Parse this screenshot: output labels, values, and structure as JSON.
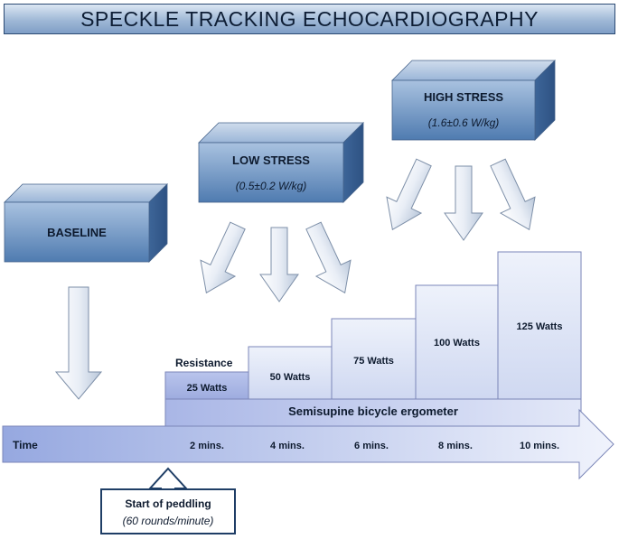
{
  "title": "SPECKLE TRACKING ECHOCARDIOGRAPHY",
  "phases": {
    "baseline": {
      "label": "BASELINE"
    },
    "low_stress": {
      "label": "LOW STRESS",
      "sub": "(0.5±0.2 W/kg)"
    },
    "high_stress": {
      "label": "HIGH STRESS",
      "sub": "(1.6±0.6 W/kg)"
    }
  },
  "steps": {
    "resistance_label": "Resistance",
    "items": [
      "25 Watts",
      "50 Watts",
      "75 Watts",
      "100 Watts",
      "125 Watts"
    ]
  },
  "ergometer_label": "Semisupine bicycle ergometer",
  "timeline": {
    "label": "Time",
    "ticks": [
      "2 mins.",
      "4 mins.",
      "6 mins.",
      "8 mins.",
      "10 mins."
    ]
  },
  "start": {
    "title": "Start of peddling",
    "sub": "(60 rounds/minute)"
  }
}
